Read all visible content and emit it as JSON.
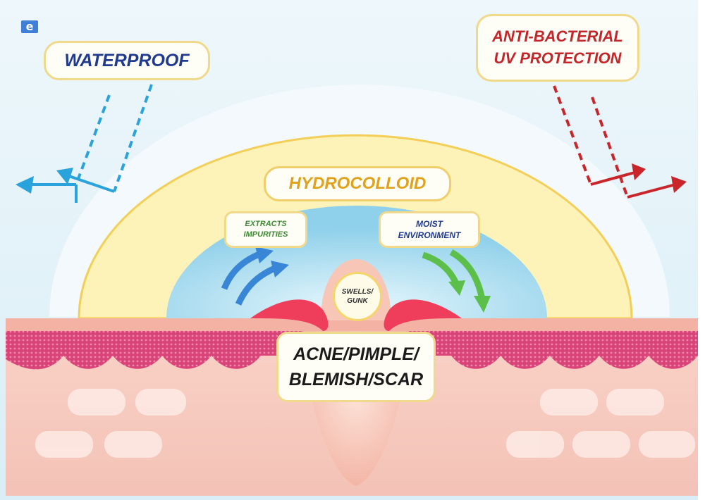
{
  "logo": {
    "letter": "e"
  },
  "labels": {
    "waterproof": "WATERPROOF",
    "antibacterial_line1": "ANTI-BACTERIAL",
    "antibacterial_line2": "UV PROTECTION",
    "hydrocolloid": "HYDROCOLLOID",
    "extracts_line1": "EXTRACTS",
    "extracts_line2": "IMPURITIES",
    "moist_line1": "MOIST",
    "moist_line2": "ENVIRONMENT",
    "swells_line1": "SWELLS/",
    "swells_line2": "GUNK",
    "acne_line1": "ACNE/PIMPLE/",
    "acne_line2": "BLEMISH/SCAR"
  },
  "colors": {
    "water_arrow": "#2aa3dc",
    "bacteria_arrow": "#c9252b",
    "extract_arrow": "#3a86d6",
    "moist_arrow": "#5bbf4a",
    "hydrocolloid_band": "#fdf2b8",
    "skin": "#f6c7bd",
    "dermis_pattern": "#e35b86"
  }
}
